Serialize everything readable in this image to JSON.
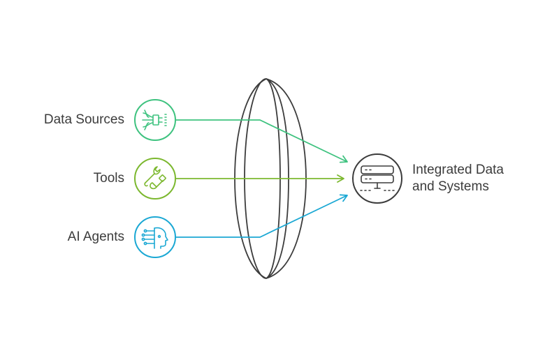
{
  "inputs": [
    {
      "label": "Data Sources",
      "icon": "cable-plug-icon",
      "color": "#3ec27f"
    },
    {
      "label": "Tools",
      "icon": "wrench-screwdriver-icon",
      "color": "#7cb82f"
    },
    {
      "label": "AI Agents",
      "icon": "ai-head-circuit-icon",
      "color": "#1ba8d4"
    }
  ],
  "output": {
    "line1": "Integrated Data",
    "line2": "and Systems",
    "icon": "server-rack-icon",
    "color": "#3c3c3c"
  },
  "lens": {
    "icon": "lens-icon",
    "color": "#3c3c3c"
  }
}
